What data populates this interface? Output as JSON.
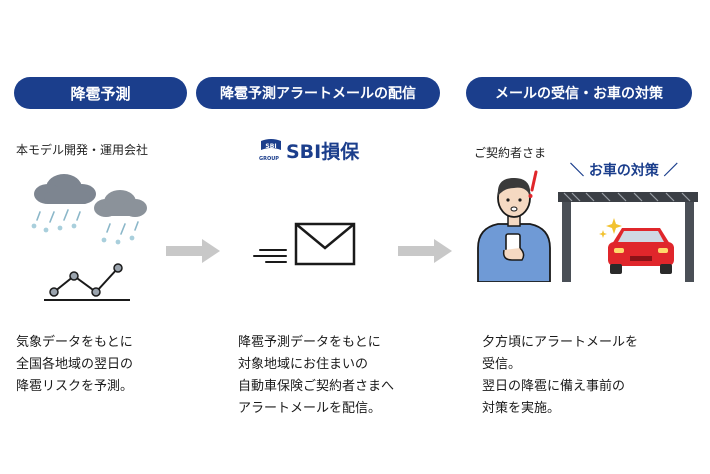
{
  "steps": [
    {
      "title": "降雹予測",
      "caption": "本モデル開発・運用会社",
      "description": [
        "気象データをもとに",
        "全国各地域の翌日の",
        "降雹リスクを予測。"
      ]
    },
    {
      "title": "降雹予測アラートメールの配信",
      "logo_text": "SBI損保",
      "logo_sub": "GROUP",
      "logo_mark": "SBI",
      "description": [
        "降雹予測データをもとに",
        "対象地域にお住まいの",
        "自動車保険ご契約者さまへ",
        "アラートメールを配信。"
      ]
    },
    {
      "title": "メールの受信・お車の対策",
      "caption": "ご契約者さま",
      "tag": "＼ お車の対策 ／",
      "description": [
        "夕方頃にアラートメールを",
        "受信。",
        "翌日の降雹に備え事前の",
        "対策を実施。"
      ]
    }
  ],
  "colors": {
    "brand": "#1b3e8c",
    "arrow": "#c8c8c8",
    "car": "#e0262b",
    "alert": "#e0262b",
    "cloud": "#7d8590"
  },
  "icons": [
    "hail-clouds-icon",
    "line-chart-icon",
    "arrow-right-icon",
    "mail-icon",
    "person-with-phone-icon",
    "carport-icon",
    "car-icon"
  ]
}
